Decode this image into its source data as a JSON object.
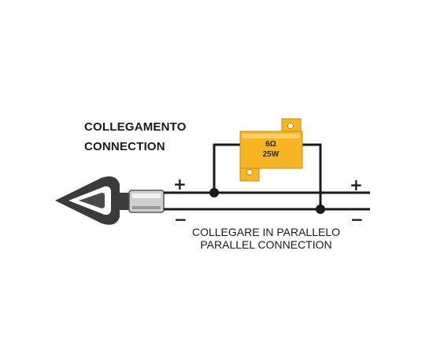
{
  "heading": {
    "line1": "COLLEGAMENTO",
    "line2": "CONNECTION"
  },
  "resistor": {
    "ohms": "6Ω",
    "watts": "25W",
    "color": "#f7b526"
  },
  "signs": {
    "plus_left": "+",
    "minus_left": "−",
    "plus_right": "+",
    "minus_right": "−"
  },
  "caption": {
    "line1": "COLLEGARE IN PARALLELO",
    "line2": "PARALLEL CONNECTION"
  },
  "colors": {
    "wire": "#1a1a1a",
    "indicator_body": "#3a3a3a"
  }
}
